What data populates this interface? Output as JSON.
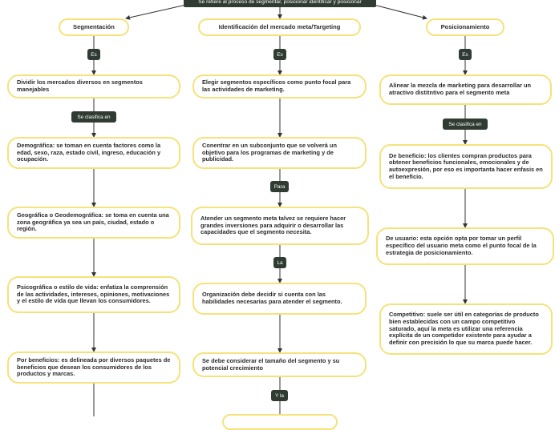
{
  "root": "Se refiere al proceso de segmentar, posicionar identificar y posicionar",
  "headers": {
    "segmentacion": "Segmentación",
    "identificacion": "Identificación del mercado meta/Targeting",
    "posicionamiento": "Posicionamiento"
  },
  "connectors": {
    "es_1": "Es",
    "es_2": "Es",
    "es_3": "Es",
    "clasifica_1": "Se clasifica en",
    "clasifica_2": "Se clasifica en",
    "para": "Para",
    "la": "La",
    "y_la": "Y la"
  },
  "segmentacion": {
    "definition": "Dividir los mercados diversos en segmentos manejables",
    "items": [
      "Demográfica: se toman en cuenta factores como la edad, sexo, raza, estado civil, ingreso, educación y ocupación.",
      "Geográfica o Geodemográfica: se toma en cuenta una zona geográfica ya sea un país, ciudad, estado o región.",
      "Psicográfica o estilo de vida: enfatiza la comprensión de las actividades, intereses, opiniones, motivaciones y el estilo de vida que llevan los consumidores.",
      "Por beneficios: es delineada por diversos paquetes de beneficios que desean los consumidores de los productos y marcas."
    ]
  },
  "identificacion": {
    "definition": "Elegir segmentos específicos como punto focal para las actividades de marketing.",
    "steps": [
      "Conentrar en un subconjunto que se volverá un objetivo para los programas de marketing y de publicidad.",
      "Atender un segmento meta talvez se requiere hacer grandes inversiones para adquirir o desarrollar las capacidades que el segmento necesita.",
      "Organización debe decidir si cuenta con las habilidades necesarias para atender el segmento.",
      "Se debe considerar el tamaño del segmento y su potencial crecimiento"
    ]
  },
  "posicionamiento": {
    "definition": "Alinear la mezcla de marketing para desarrollar un atractivo distitntivo para el segmento meta",
    "items": [
      "De beneficio: los clientes compran productos para obtener beneficios funcionales, emocionales y de autoexpresión, por eso es importanta hacer enfasis en el beneficio.",
      "De usuario: esta opción opta por tomar un perfil específico del usuario meta como el punto focal de la estrategia de posicionamiento.",
      "Competitivo: suele ser útil en categorías de producto bien establecidas con un campo competitivo saturado, aquí la meta es utilizar una referencia explícita de un competidor existente para ayudar a definir con precisión lo que su marca puede hacer."
    ]
  },
  "colors": {
    "node_border": "#f5e27a",
    "connector_bg": "#2f3b33",
    "line": "#333333"
  }
}
